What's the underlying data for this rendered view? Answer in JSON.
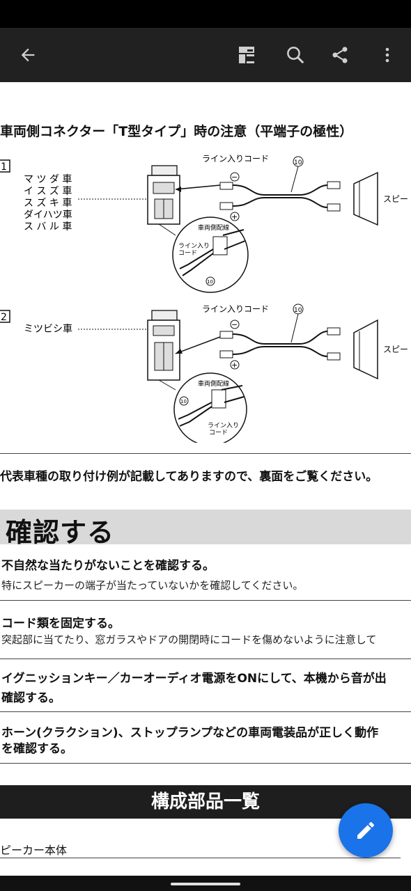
{
  "toolbar": {
    "back_icon": "arrow-left-icon",
    "reader_icon": "reader-mode-icon",
    "search_icon": "search-icon",
    "share_icon": "share-icon",
    "more_icon": "more-vert-icon"
  },
  "section": {
    "title": "車両側コネクター「T型タイプ」時の注意（平端子の極性）"
  },
  "diagram1": {
    "number": "1",
    "makers": [
      "マ ツ ダ 車",
      "イ ス ズ 車",
      "ス ズ キ 車",
      "ダイハツ車",
      "ス バ ル 車"
    ],
    "line_cord": "ライン入りコード",
    "part_no": "10",
    "minus": "−",
    "plus": "+",
    "speaker": "スピー",
    "vehicle_wire": "車両側配線",
    "inset_line_cord_1": "ライン入り",
    "inset_line_cord_2": "コード",
    "inset_part_no": "10"
  },
  "diagram2": {
    "number": "2",
    "maker": "ミツビシ車",
    "line_cord": "ライン入りコード",
    "part_no": "10",
    "minus": "−",
    "plus": "+",
    "speaker": "スピー",
    "vehicle_wire": "車両側配線",
    "inset_part_no": "10",
    "inset_line_cord_1": "ライン入り",
    "inset_line_cord_2": "コード"
  },
  "note": "代表車種の取り付け例が記載してありますので、裏面をご覧ください。",
  "check": {
    "title": "確認する",
    "items": [
      {
        "heading": "不自然な当たりがないことを確認する。",
        "sub": "特にスピーカーの端子が当たっていないかを確認してください。"
      },
      {
        "heading": "コード類を固定する。",
        "sub": "突起部に当てたり、窓ガラスやドアの開閉時にコードを傷めないように注意して"
      },
      {
        "heading": "イグニッションキー／カーオーディオ電源をONにして、本機から音が出",
        "sub": "確認する。"
      },
      {
        "heading": "ホーン(クラクション)、ストップランプなどの車両電装品が正しく動作",
        "sub": "を確認する。"
      }
    ]
  },
  "parts": {
    "title": "構成部品一覧",
    "item1": "ピーカー本体"
  },
  "fab": {
    "icon": "edit-pencil-icon"
  },
  "colors": {
    "appbar": "#212121",
    "fab": "#1a73e8",
    "band": "#d9d9d9",
    "parts_band": "#1e1e1e"
  }
}
